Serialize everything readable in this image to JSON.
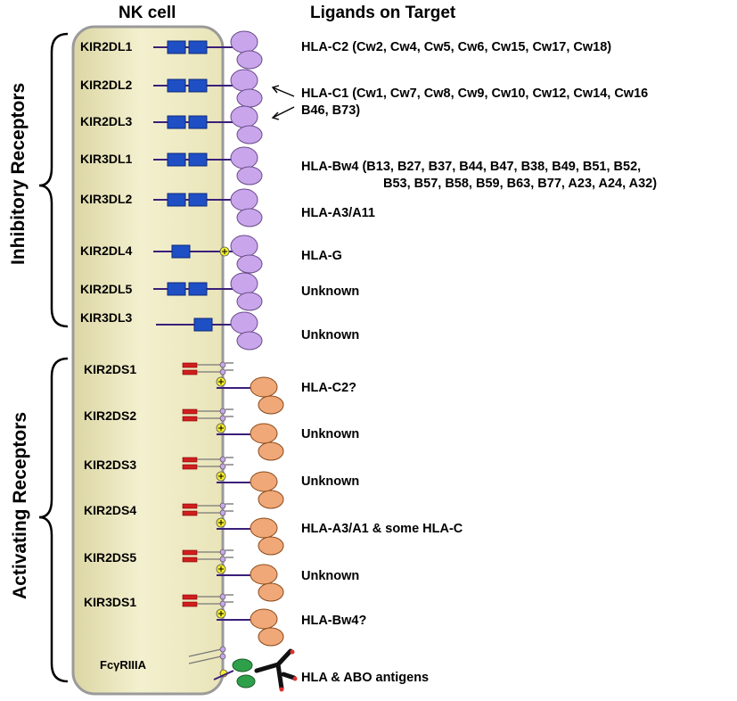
{
  "headers": {
    "nk_cell": "NK cell",
    "ligands": "Ligands on Target"
  },
  "groups": {
    "inhibitory": "Inhibitory Receptors",
    "activating": "Activating Receptors"
  },
  "inhibitory_receptors": [
    {
      "name": "KIR2DL1",
      "ligand": "HLA-C2 (Cw2, Cw4, Cw5, Cw6, Cw15, Cw17, Cw18)"
    },
    {
      "name": "KIR2DL2",
      "ligand": ""
    },
    {
      "name": "KIR2DL3",
      "ligand": ""
    },
    {
      "name": "KIR3DL1",
      "ligand": "HLA-Bw4 (B13, B27, B37, B44, B47, B38, B49, B51, B52,",
      "ligand_line2": "B53, B57, B58, B59, B63, B77, A23, A24, A32)"
    },
    {
      "name": "KIR3DL2",
      "ligand": "HLA-A3/A11"
    },
    {
      "name": "KIR2DL4",
      "ligand": "HLA-G"
    },
    {
      "name": "KIR2DL5",
      "ligand": "Unknown"
    },
    {
      "name": "KIR3DL3",
      "ligand": "Unknown"
    }
  ],
  "shared_ligand": {
    "line1": "HLA-C1 (Cw1, Cw7, Cw8, Cw9, Cw10, Cw12, Cw14, Cw16",
    "line2": "B46, B73)"
  },
  "activating_receptors": [
    {
      "name": "KIR2DS1",
      "ligand": "HLA-C2?"
    },
    {
      "name": "KIR2DS2",
      "ligand": "Unknown"
    },
    {
      "name": "KIR2DS3",
      "ligand": "Unknown"
    },
    {
      "name": "KIR2DS4",
      "ligand": "HLA-A3/A1 & some HLA-C"
    },
    {
      "name": "KIR2DS5",
      "ligand": "Unknown"
    },
    {
      "name": "KIR3DS1",
      "ligand": "HLA-Bw4?"
    }
  ],
  "fc_receptor": {
    "name": "FcγRIIIA",
    "ligand": "HLA & ABO antigens"
  },
  "colors": {
    "cell_fill": "#eeeac4",
    "ig_domain": "#1f4fc4",
    "stem": "#3a1f7a",
    "hla_inhibitory": "#c9a6ec",
    "hla_activating": "#f0a878",
    "adaptor_red": "#d21e1e",
    "charge_yellow": "#f5ee2a",
    "antibody_green": "#2ea04a"
  }
}
